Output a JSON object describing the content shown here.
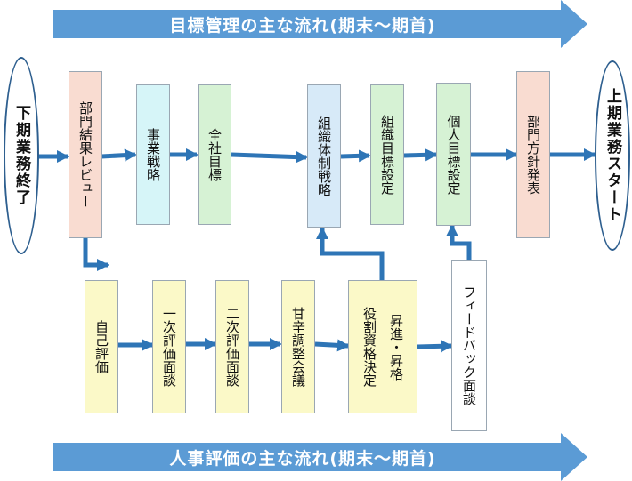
{
  "banners": {
    "top": "目標管理の主な流れ(期末〜期首)",
    "bottom": "人事評価の主な流れ(期末〜期首)"
  },
  "ovals": {
    "left": "下期業務終了",
    "right": "上期業務スタート"
  },
  "top_flow": {
    "review": "部門結果レビュー",
    "business_strategy": "事業戦略",
    "company_goal": "全社目標",
    "org_strategy": "組織体制戦略",
    "org_goal": "組織目標設定",
    "personal_goal": "個人目標設定",
    "policy": "部門方針発表"
  },
  "bottom_flow": {
    "self_eval": "自己評価",
    "first_eval": "一次評価面談",
    "second_eval": "二次評価面談",
    "adjust": "甘辛調整会議",
    "role_col1": "役割資格決定",
    "role_col2": "昇進・昇格",
    "feedback": "フィードバック面談"
  },
  "colors": {
    "banner": "#5b9bd5",
    "arrow": "#2e75b6",
    "peach": "#f9dcd1",
    "cyan": "#d6f5f8",
    "green": "#d6f2d4",
    "blue": "#d7eaf8",
    "yellow": "#fbf9c8"
  }
}
